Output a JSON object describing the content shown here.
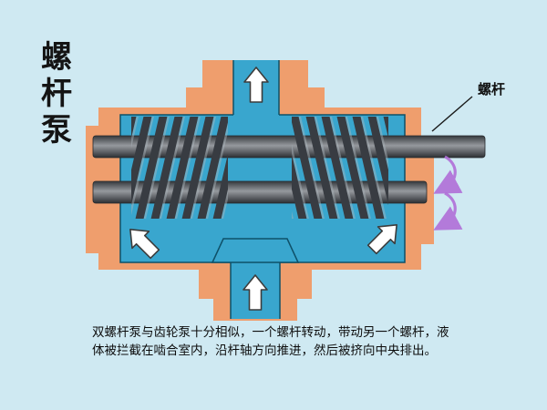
{
  "slide": {
    "title": "螺杆泵",
    "screw_label": "螺杆",
    "caption_line1": "双螺杆泵与齿轮泵十分相似，一个螺杆转动，带动另一个螺杆，液",
    "caption_line2": "体被拦截在啮合室内，沿杆轴方向推进，然后被挤向中央排出。"
  },
  "colors": {
    "background": "#cfe9f2",
    "housing_orange": "#ef9e6d",
    "chamber_blue": "#39a6ce",
    "shaft_gray": "#4a4a4a",
    "thread_dark": "#383c42",
    "flow_arrow_white": "#ffffff",
    "rotation_arrow_purple": "#b06fd8",
    "text_black": "#000000"
  },
  "icons": {
    "flow_arrows": [
      "flow-arrow-top",
      "flow-arrow-bottom",
      "flow-arrow-bottom-left",
      "flow-arrow-bottom-right"
    ],
    "rotation_arrows": [
      "rotation-arrow-upper",
      "rotation-arrow-lower"
    ]
  }
}
